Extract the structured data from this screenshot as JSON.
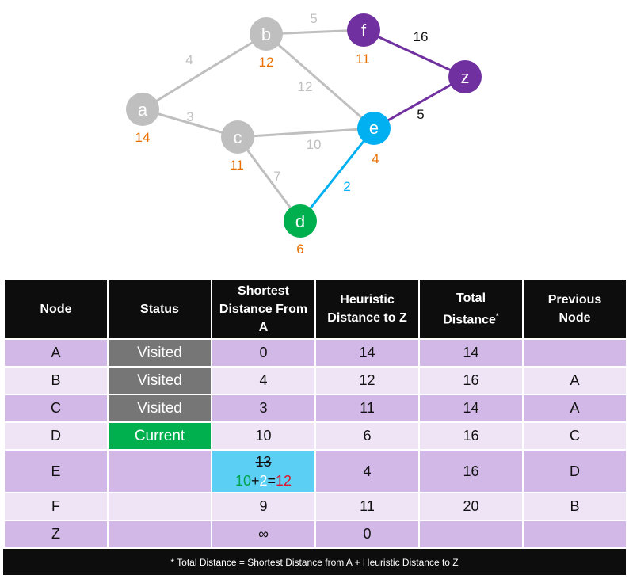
{
  "graph": {
    "nodes": [
      {
        "id": "a",
        "label": "a",
        "heuristic": "14",
        "state": "visited"
      },
      {
        "id": "b",
        "label": "b",
        "heuristic": "12",
        "state": "visited"
      },
      {
        "id": "c",
        "label": "c",
        "heuristic": "11",
        "state": "visited"
      },
      {
        "id": "d",
        "label": "d",
        "heuristic": "6",
        "state": "current"
      },
      {
        "id": "e",
        "label": "e",
        "heuristic": "4",
        "state": "updated"
      },
      {
        "id": "f",
        "label": "f",
        "heuristic": "11",
        "state": "path"
      },
      {
        "id": "z",
        "label": "z",
        "heuristic": "",
        "state": "path"
      }
    ],
    "edges": [
      {
        "from": "a",
        "to": "b",
        "weight": "4",
        "state": "visited"
      },
      {
        "from": "a",
        "to": "c",
        "weight": "3",
        "state": "visited"
      },
      {
        "from": "b",
        "to": "f",
        "weight": "5",
        "state": "visited"
      },
      {
        "from": "b",
        "to": "e",
        "weight": "12",
        "state": "visited"
      },
      {
        "from": "c",
        "to": "e",
        "weight": "10",
        "state": "visited"
      },
      {
        "from": "c",
        "to": "d",
        "weight": "7",
        "state": "visited"
      },
      {
        "from": "d",
        "to": "e",
        "weight": "2",
        "state": "active"
      },
      {
        "from": "f",
        "to": "z",
        "weight": "16",
        "state": "path"
      },
      {
        "from": "e",
        "to": "z",
        "weight": "5",
        "state": "path"
      }
    ]
  },
  "colors": {
    "visited": "#bfbfbf",
    "current": "#00b04f",
    "updated": "#00b0f0",
    "path": "#7030a0",
    "heuristic": "#e87000",
    "edge_visited": "#bfbfbf",
    "edge_active": "#00b0f0",
    "edge_path": "#7030a0"
  },
  "table": {
    "headers": {
      "node": "Node",
      "status": "Status",
      "shortest_line1": "Shortest",
      "shortest_line2": "Distance From",
      "shortest_line3": "A",
      "heuristic_line1": "Heuristic",
      "heuristic_line2": "Distance to Z",
      "total_line1": "Total",
      "total_line2": "Distance",
      "total_mark": "*",
      "previous_line1": "Previous",
      "previous_line2": "Node"
    },
    "rows": [
      {
        "node": "A",
        "status": "Visited",
        "shortest": "0",
        "heuristic": "14",
        "total": "14",
        "previous": ""
      },
      {
        "node": "B",
        "status": "Visited",
        "shortest": "4",
        "heuristic": "12",
        "total": "16",
        "previous": "A"
      },
      {
        "node": "C",
        "status": "Visited",
        "shortest": "3",
        "heuristic": "11",
        "total": "14",
        "previous": "A"
      },
      {
        "node": "D",
        "status": "Current",
        "shortest": "10",
        "heuristic": "6",
        "total": "16",
        "previous": "C"
      },
      {
        "node": "E",
        "status": "",
        "shortest_old": "13",
        "calc_a": "10",
        "calc_plus": "+",
        "calc_b": "2",
        "calc_eq": "=",
        "calc_result": "12",
        "heuristic": "4",
        "total": "16",
        "previous": "D"
      },
      {
        "node": "F",
        "status": "",
        "shortest": "9",
        "heuristic": "11",
        "total": "20",
        "previous": "B"
      },
      {
        "node": "Z",
        "status": "",
        "shortest": "∞",
        "heuristic": "0",
        "total": "",
        "previous": ""
      }
    ],
    "footnote": "* Total Distance = Shortest Distance from A  +  Heuristic Distance to Z"
  }
}
